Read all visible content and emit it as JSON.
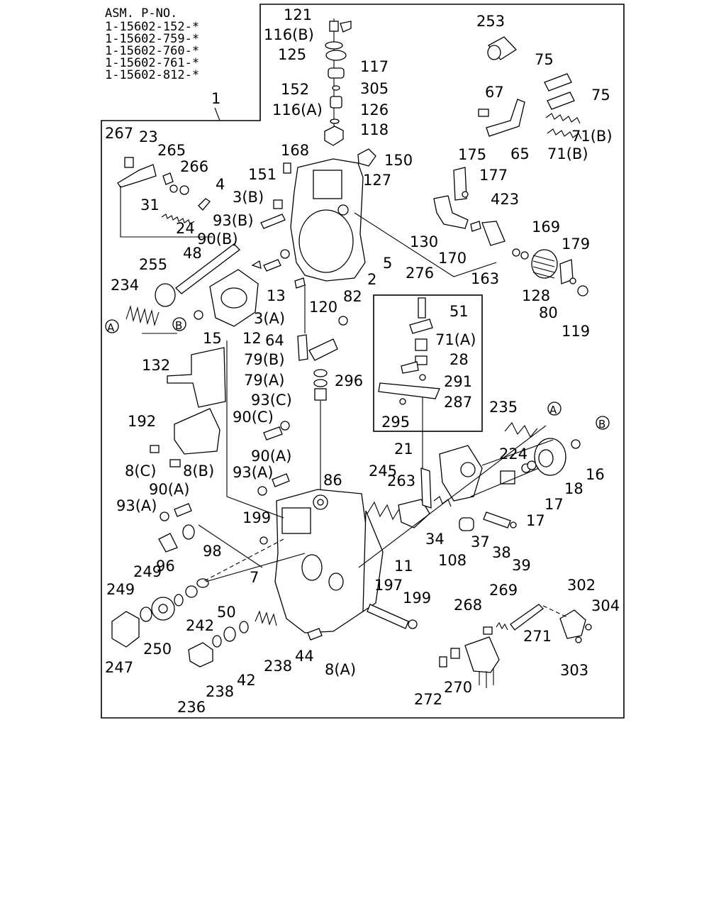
{
  "header": {
    "title": "ASM. P-NO.",
    "part_numbers": [
      "1-15602-152-*",
      "1-15602-759-*",
      "1-15602-760-*",
      "1-15602-761-*",
      "1-15602-812-*"
    ]
  },
  "assembly_ref": "1",
  "callouts": [
    {
      "id": "121",
      "text": "121"
    },
    {
      "id": "116b",
      "text": "116(B)"
    },
    {
      "id": "125",
      "text": "125"
    },
    {
      "id": "117",
      "text": "117"
    },
    {
      "id": "152",
      "text": "152"
    },
    {
      "id": "305",
      "text": "305"
    },
    {
      "id": "116a",
      "text": "116(A)"
    },
    {
      "id": "126",
      "text": "126"
    },
    {
      "id": "118",
      "text": "118"
    },
    {
      "id": "253",
      "text": "253"
    },
    {
      "id": "75a",
      "text": "75"
    },
    {
      "id": "75b",
      "text": "75"
    },
    {
      "id": "67",
      "text": "67"
    },
    {
      "id": "71b1",
      "text": "71(B)"
    },
    {
      "id": "71b2",
      "text": "71(B)"
    },
    {
      "id": "65",
      "text": "65"
    },
    {
      "id": "267",
      "text": "267"
    },
    {
      "id": "23",
      "text": "23"
    },
    {
      "id": "265",
      "text": "265"
    },
    {
      "id": "266",
      "text": "266"
    },
    {
      "id": "168",
      "text": "168"
    },
    {
      "id": "150",
      "text": "150"
    },
    {
      "id": "151",
      "text": "151"
    },
    {
      "id": "127",
      "text": "127"
    },
    {
      "id": "4",
      "text": "4"
    },
    {
      "id": "31",
      "text": "31"
    },
    {
      "id": "3b",
      "text": "3(B)"
    },
    {
      "id": "24",
      "text": "24"
    },
    {
      "id": "93b",
      "text": "93(B)"
    },
    {
      "id": "90b",
      "text": "90(B)"
    },
    {
      "id": "175",
      "text": "175"
    },
    {
      "id": "177",
      "text": "177"
    },
    {
      "id": "423",
      "text": "423"
    },
    {
      "id": "130",
      "text": "130"
    },
    {
      "id": "169",
      "text": "169"
    },
    {
      "id": "179",
      "text": "179"
    },
    {
      "id": "170",
      "text": "170"
    },
    {
      "id": "5",
      "text": "5"
    },
    {
      "id": "163",
      "text": "163"
    },
    {
      "id": "128",
      "text": "128"
    },
    {
      "id": "48",
      "text": "48"
    },
    {
      "id": "255",
      "text": "255"
    },
    {
      "id": "2",
      "text": "2"
    },
    {
      "id": "276",
      "text": "276"
    },
    {
      "id": "234",
      "text": "234"
    },
    {
      "id": "13",
      "text": "13"
    },
    {
      "id": "3a",
      "text": "3(A)"
    },
    {
      "id": "120",
      "text": "120"
    },
    {
      "id": "82",
      "text": "82"
    },
    {
      "id": "51",
      "text": "51"
    },
    {
      "id": "80",
      "text": "80"
    },
    {
      "id": "119",
      "text": "119"
    },
    {
      "id": "15",
      "text": "15"
    },
    {
      "id": "12",
      "text": "12"
    },
    {
      "id": "64",
      "text": "64"
    },
    {
      "id": "71a",
      "text": "71(A)"
    },
    {
      "id": "79b",
      "text": "79(B)"
    },
    {
      "id": "28",
      "text": "28"
    },
    {
      "id": "132",
      "text": "132"
    },
    {
      "id": "79a",
      "text": "79(A)"
    },
    {
      "id": "296",
      "text": "296"
    },
    {
      "id": "291",
      "text": "291"
    },
    {
      "id": "93c",
      "text": "93(C)"
    },
    {
      "id": "287",
      "text": "287"
    },
    {
      "id": "235",
      "text": "235"
    },
    {
      "id": "192",
      "text": "192"
    },
    {
      "id": "90c",
      "text": "90(C)"
    },
    {
      "id": "295",
      "text": "295"
    },
    {
      "id": "21",
      "text": "21"
    },
    {
      "id": "224",
      "text": "224"
    },
    {
      "id": "90a1",
      "text": "90(A)"
    },
    {
      "id": "8c",
      "text": "8(C)"
    },
    {
      "id": "8b",
      "text": "8(B)"
    },
    {
      "id": "245",
      "text": "245"
    },
    {
      "id": "263",
      "text": "263"
    },
    {
      "id": "16",
      "text": "16"
    },
    {
      "id": "93a1",
      "text": "93(A)"
    },
    {
      "id": "86",
      "text": "86"
    },
    {
      "id": "18",
      "text": "18"
    },
    {
      "id": "90a2",
      "text": "90(A)"
    },
    {
      "id": "17a",
      "text": "17"
    },
    {
      "id": "93a2",
      "text": "93(A)"
    },
    {
      "id": "17b",
      "text": "17"
    },
    {
      "id": "199a",
      "text": "199"
    },
    {
      "id": "34",
      "text": "34"
    },
    {
      "id": "37",
      "text": "37"
    },
    {
      "id": "38",
      "text": "38"
    },
    {
      "id": "98",
      "text": "98"
    },
    {
      "id": "96",
      "text": "96"
    },
    {
      "id": "108",
      "text": "108"
    },
    {
      "id": "39",
      "text": "39"
    },
    {
      "id": "11",
      "text": "11"
    },
    {
      "id": "249a",
      "text": "249"
    },
    {
      "id": "7",
      "text": "7"
    },
    {
      "id": "249b",
      "text": "249"
    },
    {
      "id": "197",
      "text": "197"
    },
    {
      "id": "302",
      "text": "302"
    },
    {
      "id": "269",
      "text": "269"
    },
    {
      "id": "199b",
      "text": "199"
    },
    {
      "id": "268",
      "text": "268"
    },
    {
      "id": "304",
      "text": "304"
    },
    {
      "id": "50",
      "text": "50"
    },
    {
      "id": "242",
      "text": "242"
    },
    {
      "id": "271",
      "text": "271"
    },
    {
      "id": "250",
      "text": "250"
    },
    {
      "id": "44",
      "text": "44"
    },
    {
      "id": "238a",
      "text": "238"
    },
    {
      "id": "8a",
      "text": "8(A)"
    },
    {
      "id": "303",
      "text": "303"
    },
    {
      "id": "247",
      "text": "247"
    },
    {
      "id": "42",
      "text": "42"
    },
    {
      "id": "238b",
      "text": "238"
    },
    {
      "id": "272",
      "text": "272"
    },
    {
      "id": "270",
      "text": "270"
    },
    {
      "id": "236",
      "text": "236"
    }
  ],
  "circle_markers": {
    "a": "A",
    "b": "B"
  }
}
